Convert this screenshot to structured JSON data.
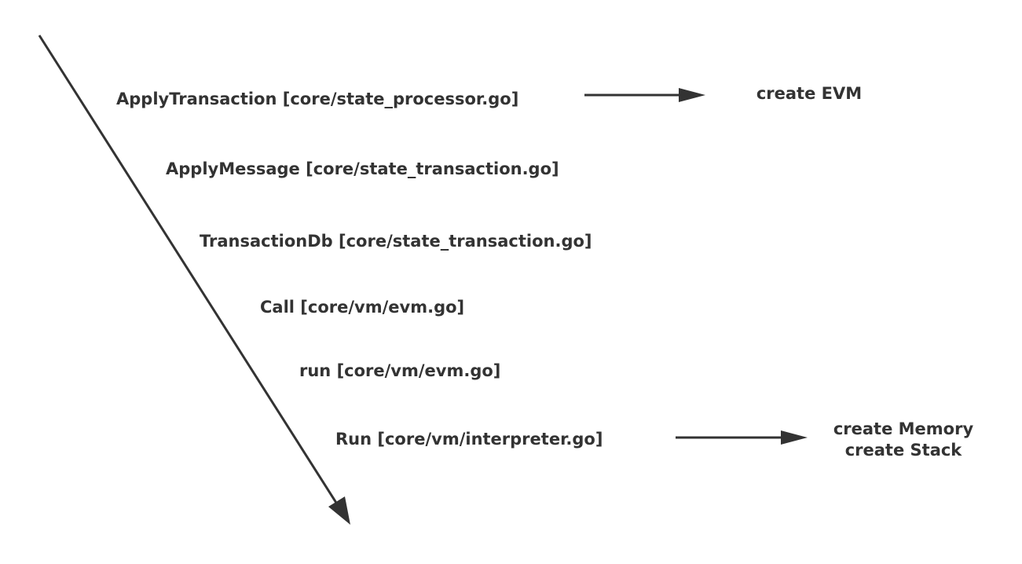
{
  "diagram": {
    "steps": [
      {
        "label": "ApplyTransaction [core/state_processor.go]"
      },
      {
        "label": "ApplyMessage [core/state_transaction.go]"
      },
      {
        "label": "TransactionDb [core/state_transaction.go]"
      },
      {
        "label": "Call [core/vm/evm.go]"
      },
      {
        "label": "run [core/vm/evm.go]"
      },
      {
        "label": "Run [core/vm/interpreter.go]"
      }
    ],
    "notes": [
      {
        "lines": [
          "create EVM"
        ]
      },
      {
        "lines": [
          "create Memory",
          "create Stack"
        ]
      }
    ],
    "stroke_color": "#333333"
  }
}
